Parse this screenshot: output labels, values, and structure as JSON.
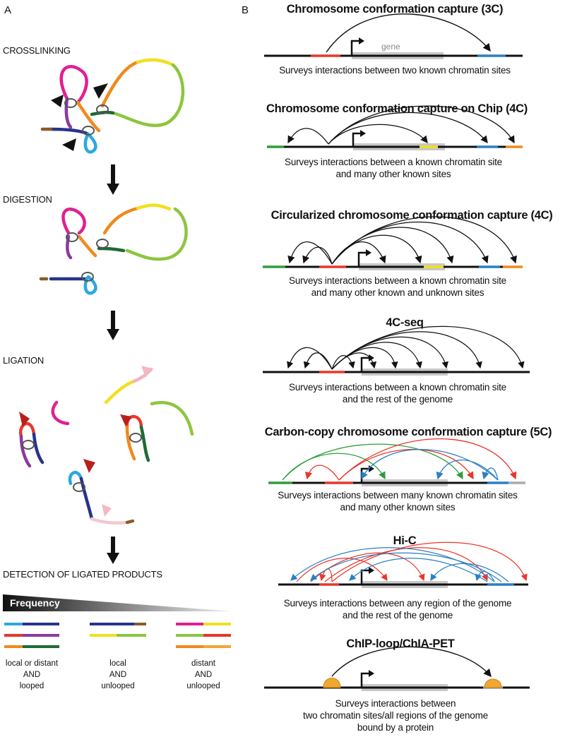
{
  "panels": {
    "a": "A",
    "b": "B"
  },
  "steps": {
    "crosslinking": "CROSSLINKING",
    "digestion": "DIGESTION",
    "ligation": "LIGATION",
    "detection": "DETECTION OF LIGATED PRODUCTS"
  },
  "frequency_label": "Frequency",
  "categories": [
    {
      "text": "local or distant\nAND\nlooped"
    },
    {
      "text": "local\nAND\nunlooped"
    },
    {
      "text": "distant\nAND\nunlooped"
    }
  ],
  "gene_label": "gene",
  "methods": [
    {
      "title": "Chromosome conformation capture (3C)",
      "desc": "Surveys interactions between two known chromatin sites"
    },
    {
      "title": "Chromosome conformation capture on Chip (4C)",
      "desc": "Surveys interactions between a known chromatin site\nand many other known sites"
    },
    {
      "title": "Circularized chromosome conformation capture (4C)",
      "desc": "Surveys interactions between a known chromatin site\nand many other known and unknown sites"
    },
    {
      "title": "4C-seq",
      "desc": "Surveys interactions between a known chromatin site\nand the rest of the genome"
    },
    {
      "title": "Carbon-copy chromosome conformation capture (5C)",
      "desc": "Surveys interactions between many known chromatin sites\nand many other known sites"
    },
    {
      "title": "Hi-C",
      "desc": "Surveys interactions between any region of the genome\nand the rest of the genome"
    },
    {
      "title": "ChIP-loop/ChIA-PET",
      "desc": "Surveys interactions between\ntwo chromatin sites/all regions of the genome\nbound by a protein"
    }
  ],
  "colors": {
    "red": "#e8372b",
    "blue": "#2a7fc4",
    "green": "#2e9d3c",
    "yellow": "#f0e020",
    "orange": "#f08a1c",
    "gray": "#c8c8c8",
    "magenta": "#e0208f",
    "purple": "#8a3aa0",
    "navy": "#27348b",
    "dark_green": "#1f6a35",
    "cyan": "#2aa8e0",
    "lime": "#8cc63f",
    "brown": "#8b5a2b",
    "crosslink": "#f0a830"
  }
}
